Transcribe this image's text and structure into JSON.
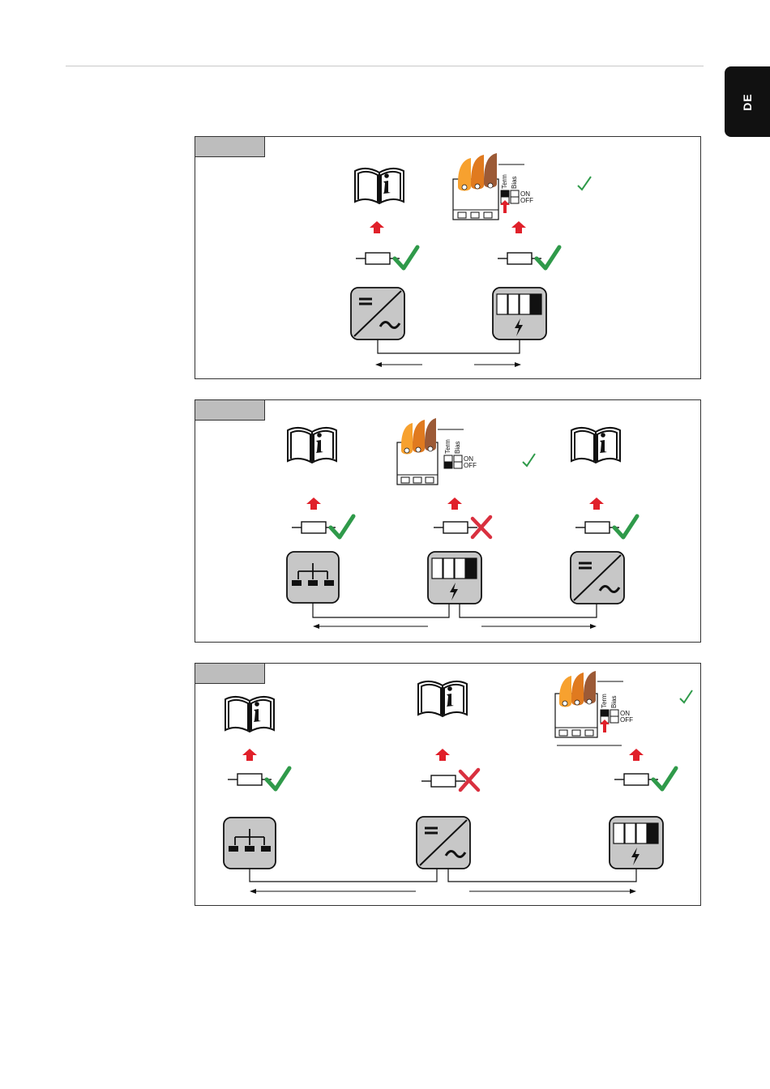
{
  "page": {
    "language_tab": "DE"
  },
  "switch": {
    "term": "Term",
    "bias": "Bias",
    "on": "ON",
    "off": "OFF"
  },
  "colors": {
    "check": "#2f9a4a",
    "cross": "#d9303f",
    "arrow": "#e0202a",
    "device_fill": "#c7c7c7",
    "wire_light": "#f7a12f",
    "wire_mid": "#e07a1f",
    "wire_dark": "#9c5a36",
    "panel_tab": "#bdbdbd"
  },
  "panels": [
    {
      "id": "panel-1",
      "devices": [
        "inverter",
        "battery"
      ],
      "resistor_status": [
        "check",
        "check"
      ]
    },
    {
      "id": "panel-2",
      "devices": [
        "meter",
        "battery",
        "inverter"
      ],
      "resistor_status": [
        "check",
        "cross",
        "check"
      ]
    },
    {
      "id": "panel-3",
      "devices": [
        "meter",
        "inverter",
        "battery"
      ],
      "resistor_status": [
        "check",
        "cross",
        "check"
      ]
    }
  ]
}
